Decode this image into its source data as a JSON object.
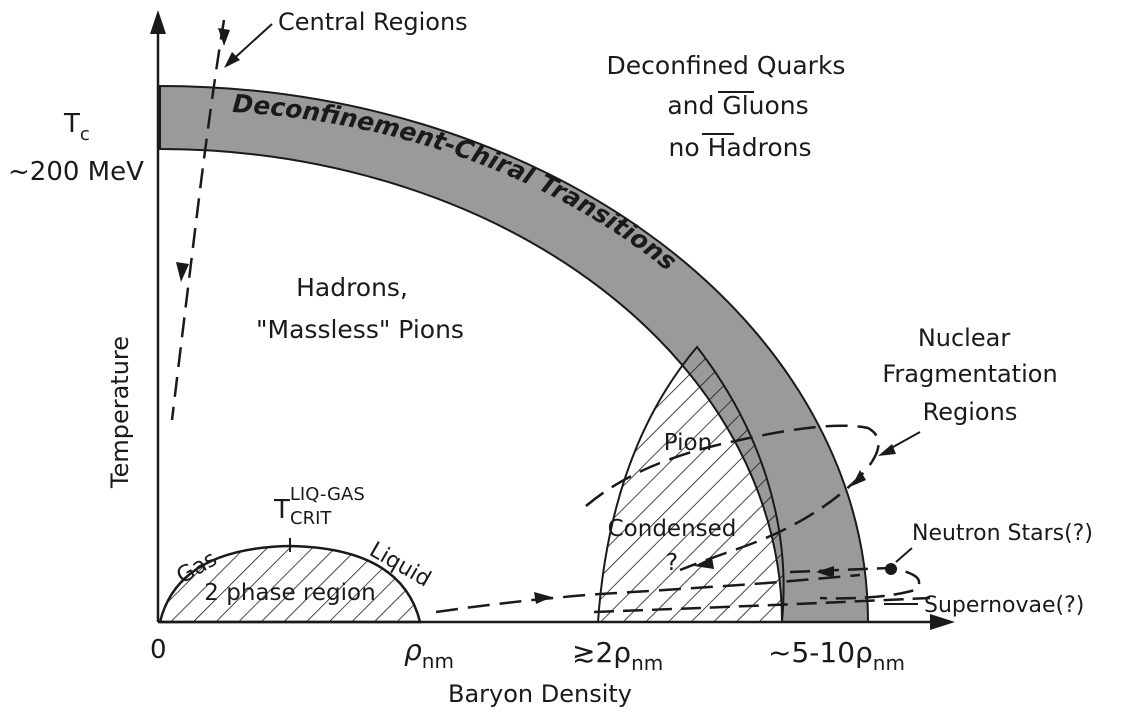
{
  "axes": {
    "y_label": "Temperature",
    "x_label": "Baryon Density",
    "origin": "0",
    "tc_line1": "T",
    "tc_line1_sub": "c",
    "tc_line2": "~200 MeV",
    "rho_nm": "ρ",
    "rho_nm_sub": "nm",
    "rho_2nm_prefix": "≳2ρ",
    "rho_2nm_sub": "nm",
    "rho_5_10_prefix": "~5-10ρ",
    "rho_5_10_sub": "nm"
  },
  "labels": {
    "central_regions": "Central Regions",
    "deconfined_line1": "Deconfined Quarks",
    "deconfined_line2": "and Gluons",
    "deconfined_line3": "no Hadrons",
    "band_label": "Deconfinement-Chiral Transitions",
    "hadrons_line1": "Hadrons,",
    "hadrons_line2": "\"Massless\" Pions",
    "nuclear_line1": "Nuclear",
    "nuclear_line2": "Fragmentation",
    "nuclear_line3": "Regions",
    "tcrit_main": "T",
    "tcrit_sup": "LIQ-GAS",
    "tcrit_sub": "CRIT",
    "gas": "Gas",
    "liquid": "Liquid",
    "two_phase": "2 phase region",
    "pion": "Pion",
    "condensed": "Condensed",
    "condensed_q": "?",
    "neutron_stars": "Neutron Stars(?)",
    "supernovae": "Supernovae(?)"
  },
  "colors": {
    "ink": "#1a1a1a",
    "band_fill": "#9a9a9a",
    "background": "#ffffff"
  }
}
